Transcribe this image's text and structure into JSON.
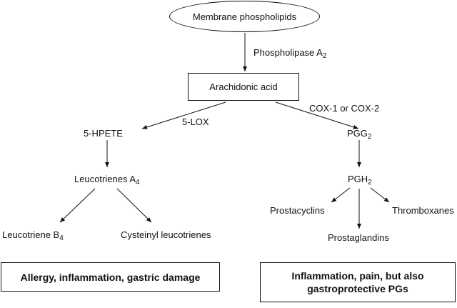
{
  "nodes": {
    "membrane": "Membrane phospholipids",
    "phospholipase_label": "Phospholipase A",
    "phospholipase_sub": "2",
    "arachidonic": "Arachidonic acid",
    "lox": "5-LOX",
    "cox": "COX-1 or COX-2",
    "hpete": "5-HPETE",
    "pgg_label": "PGG",
    "pgg_sub": "2",
    "leuco_a_label": "Leucotrienes A",
    "leuco_a_sub": "4",
    "pgh_label": "PGH",
    "pgh_sub": "2",
    "prostacyclins": "Prostacyclins",
    "thromboxanes": "Thromboxanes",
    "leuco_b_label": "Leucotriene B",
    "leuco_b_sub": "4",
    "cysteinyl": "Cysteinyl leucotrienes",
    "prostaglandins": "Prostaglandins"
  },
  "outcomes": {
    "left": "Allergy, inflammation, gastric damage",
    "right_line1": "Inflammation, pain, but also",
    "right_line2": "gastroprotective PGs"
  },
  "colors": {
    "stroke": "#111111",
    "background": "#ffffff"
  }
}
